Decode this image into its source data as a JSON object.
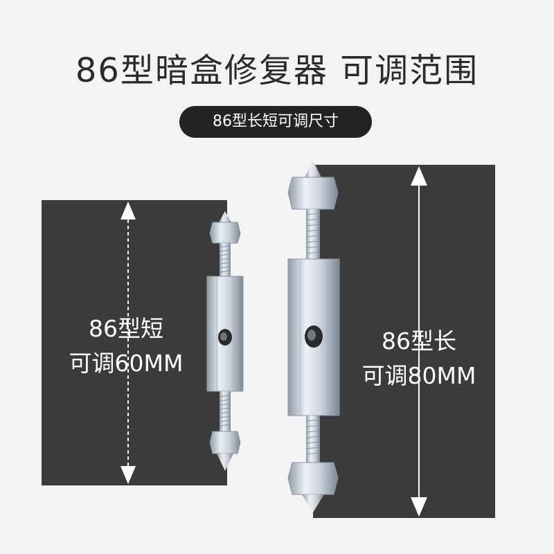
{
  "title": "86型暗盒修复器 可调范围",
  "subtitle": "86型长短可调尺寸",
  "short_variant": {
    "line1": "86型短",
    "line2": "可调60MM"
  },
  "long_variant": {
    "line1": "86型长",
    "line2": "可调80MM"
  },
  "colors": {
    "background": "#f3f3f3",
    "panel": "#3b3b3b",
    "pill": "#232323",
    "text_light": "#ffffff",
    "title_text": "#2b2b2b"
  }
}
